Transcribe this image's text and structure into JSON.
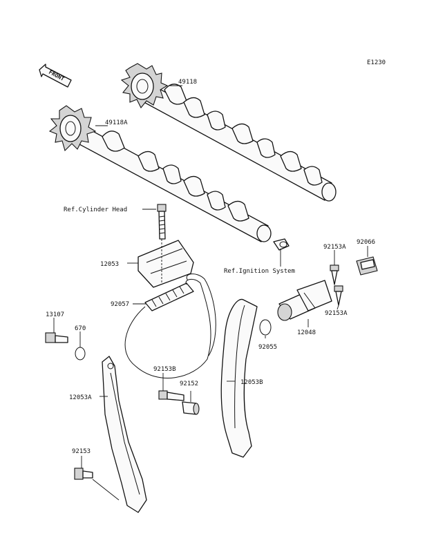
{
  "diagram_code": "E1230",
  "front_label": "FRONT",
  "labels": {
    "camshaft_exhaust": "49118",
    "camshaft_intake": "49118A",
    "ref_cylinder_head": "Ref.Cylinder Head",
    "guide_upper": "12053",
    "chain": "92057",
    "ref_ignition": "Ref.Ignition System",
    "bolt_tensioner_upper": "92153A",
    "tensioner_cap": "92066",
    "bolt_tensioner_lower": "92153A",
    "tensioner": "12048",
    "tensioner_gasket": "92055",
    "guide_rear": "12053B",
    "plug": "13107",
    "oring": "670",
    "bolt_guide_b": "92153B",
    "collar": "92152",
    "guide_front": "12053A",
    "bolt_guide_a": "92153"
  }
}
